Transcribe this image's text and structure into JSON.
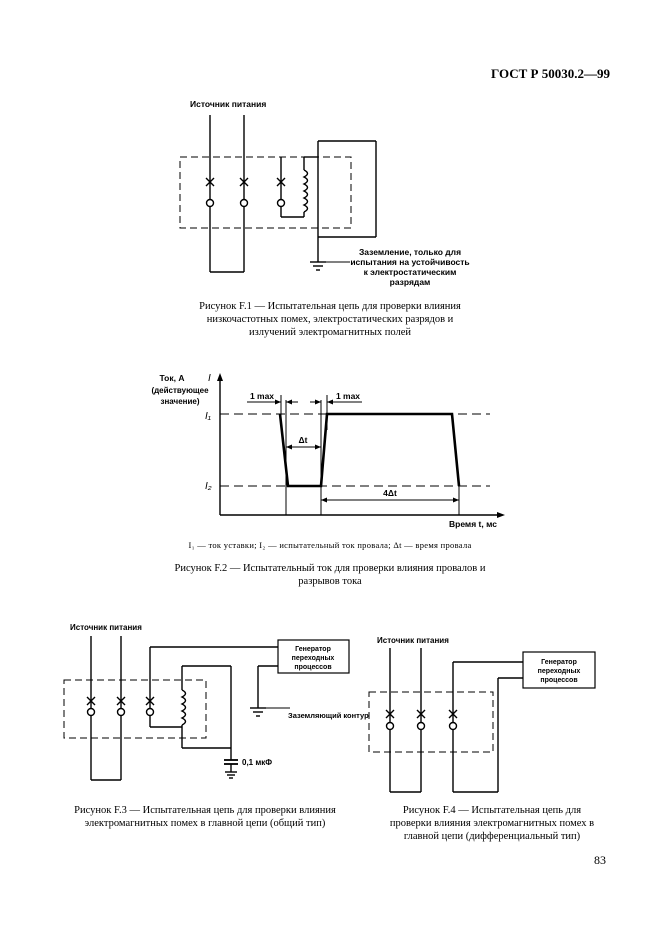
{
  "header": {
    "standard": "ГОСТ Р 50030.2—99"
  },
  "page_number": "83",
  "fig1": {
    "source_label": "Источник питания",
    "ground_note": [
      "Заземление, только для",
      "испытания на устойчивость",
      "к электростатическим",
      "разрядам"
    ],
    "caption": [
      "Рисунок F.1 — Испытательная цепь для проверки влияния",
      "низкочастотных помех, электростатических разрядов и",
      "излучений электромагнитных полей"
    ]
  },
  "fig2": {
    "y_label": [
      "Ток, A",
      "(действующее",
      "значение)"
    ],
    "y_axis_symbol": "I",
    "x_label": "Время t, мс",
    "i1": "I₁",
    "i2": "I₂",
    "tmax_left": "1 max",
    "tmax_right": "1 max",
    "delta_t": "Δt",
    "four_delta_t": "4Δt",
    "legend": "I₁ — ток уставки; I₂ — испытательный ток провала; Δt — время провала",
    "caption": [
      "Рисунок F.2 — Испытательный ток для проверки влияния провалов и",
      "разрывов тока"
    ]
  },
  "fig3": {
    "source_label": "Источник питания",
    "generator_label": [
      "Генератор",
      "переходных",
      "процессов"
    ],
    "ground_label": "Заземляющий контур",
    "capacitor_label": "0,1 мкФ",
    "caption": [
      "Рисунок F.3 — Испытательная цепь для проверки влияния",
      "электромагнитных помех в главной цепи (общий тип)"
    ]
  },
  "fig4": {
    "source_label": "Источник питания",
    "generator_label": [
      "Генератор",
      "переходных",
      "процессов"
    ],
    "caption": [
      "Рисунок F.4 — Испытательная цепь для",
      "проверки влияния электромагнитных помех в",
      "главной цепи (дифференциальный тип)"
    ]
  }
}
